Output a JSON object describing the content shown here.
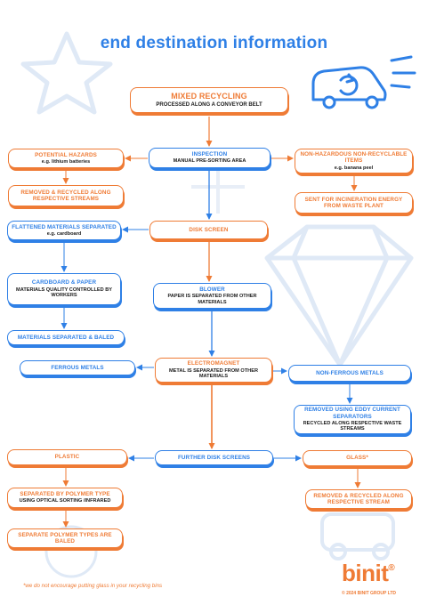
{
  "page_title": "end destination information",
  "colors": {
    "orange": "#ef7b35",
    "blue": "#2f80e6",
    "light_blue": "#dfe9f6"
  },
  "icons": [
    "recycling-van-icon",
    "star-decoration-icon",
    "diamond-decoration-icon"
  ],
  "nodes": {
    "mixed": {
      "h": "MIXED RECYCLING",
      "s": "PROCESSED ALONG A CONVEYOR BELT"
    },
    "inspection": {
      "h": "INSPECTION",
      "s": "MANUAL PRE-SORTING AREA"
    },
    "hazards": {
      "h": "POTENTIAL HAZARDS",
      "s": "e.g. lithium batteries"
    },
    "hazards_removed": {
      "h": "REMOVED & RECYCLED ALONG RESPECTIVE STREAMS"
    },
    "nonhaz": {
      "h": "NON-HAZARDOUS NON-RECYCLABLE ITEMS",
      "s": "e.g. banana peel"
    },
    "incineration": {
      "h": "SENT FOR INCINERATION ENERGY FROM WASTE PLANT"
    },
    "flattened": {
      "h": "FLATTENED MATERIALS SEPARATED",
      "s": "e.g. cardboard"
    },
    "disk": {
      "h": "DISK SCREEN"
    },
    "cardboard": {
      "h": "CARDBOARD & PAPER",
      "s": "MATERIALS QUALITY CONTROLLED BY WORKERS"
    },
    "blower": {
      "h": "BLOWER",
      "s": "PAPER IS SEPARATED FROM OTHER MATERIALS"
    },
    "baled": {
      "h": "MATERIALS SEPARATED & BALED"
    },
    "ferrous": {
      "h": "FERROUS METALS"
    },
    "electromagnet": {
      "h": "ELECTROMAGNET",
      "s": "METAL IS SEPARATED FROM OTHER MATERIALS"
    },
    "nonferrous": {
      "h": "NON-FERROUS METALS"
    },
    "eddy": {
      "h": "REMOVED USING EDDY CURRENT SEPARATORS",
      "s": "RECYCLED ALONG RESPECTIVE WASTE STREAMS"
    },
    "plastic": {
      "h": "PLASTIC"
    },
    "further": {
      "h": "FURTHER DISK SCREENS"
    },
    "glass": {
      "h": "GLASS*"
    },
    "polymer": {
      "h": "SEPARATED BY POLYMER TYPE",
      "s": "USING OPTICAL SORTING /INFRARED"
    },
    "glass_removed": {
      "h": "REMOVED & RECYCLED ALONG RESPECTIVE STREAM"
    },
    "polymer_baled": {
      "h": "SEPARATE POLYMER TYPES ARE BALED"
    }
  },
  "footnote": "*we do not encourage putting glass in your recycling bins",
  "brand": {
    "name": "binit",
    "mark": "®",
    "copyright": "© 2024 BINIT GROUP LTD"
  }
}
